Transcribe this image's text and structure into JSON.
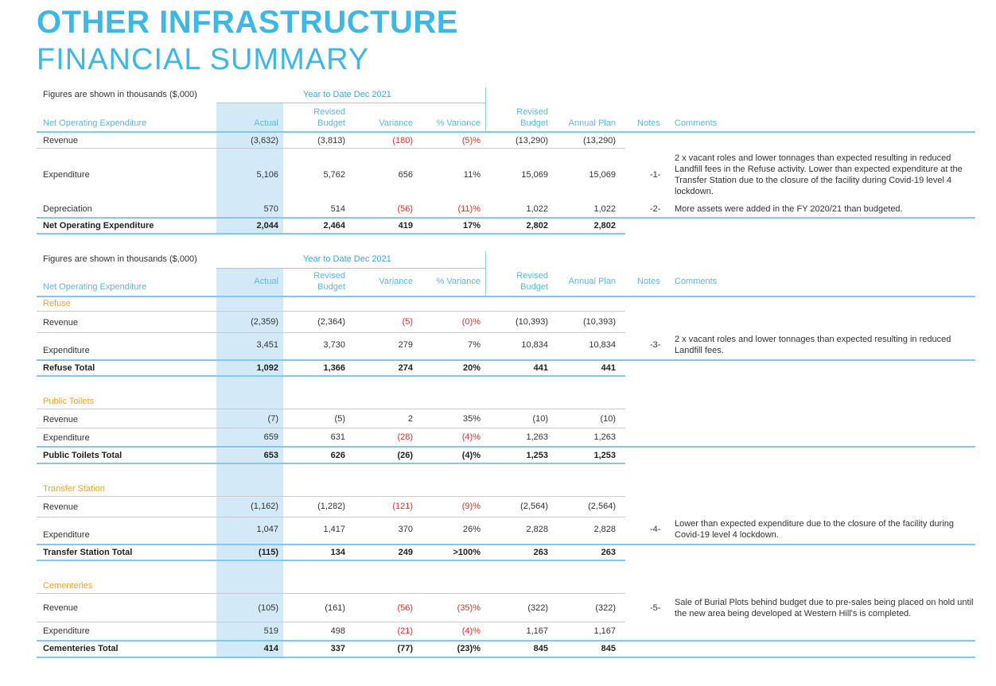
{
  "title_line1": "OTHER INFRASTRUCTURE",
  "title_line2": "FINANCIAL SUMMARY",
  "table1": {
    "figures_note": "Figures are shown in thousands ($,000)",
    "ytd": "Year to Date Dec 2021",
    "hdr_label": "Net Operating Expenditure",
    "hdr_actual": "Actual",
    "hdr_revised1": "Revised",
    "hdr_budget1": "Budget",
    "hdr_variance": "Variance",
    "hdr_pctvar": "% Variance",
    "hdr_revised2": "Revised",
    "hdr_budget2": "Budget",
    "hdr_annual": "Annual Plan",
    "hdr_notes": "Notes",
    "hdr_comments": "Comments",
    "rows": [
      {
        "label": "Revenue",
        "actual": "(3,632)",
        "budget": "(3,813)",
        "variance": "(180)",
        "pct": "(5)%",
        "rev_budget": "(13,290)",
        "annual": "(13,290)",
        "note": "",
        "comment": ""
      },
      {
        "label": "Expenditure",
        "actual": "5,106",
        "budget": "5,762",
        "variance": "656",
        "pct": "11%",
        "rev_budget": "15,069",
        "annual": "15,069",
        "note": "-1-",
        "comment": "2 x vacant roles and lower tonnages than expected resulting in reduced Landfill fees in the Refuse activity. Lower than expected expenditure at the Transfer Station due to the closure of the facility during Covid-19 level 4 lockdown."
      },
      {
        "label": "Depreciation",
        "actual": "570",
        "budget": "514",
        "variance": "(56)",
        "pct": "(11)%",
        "rev_budget": "1,022",
        "annual": "1,022",
        "note": "-2-",
        "comment": "More assets were added in the FY 2020/21 than budgeted."
      }
    ],
    "total": {
      "label": "Net Operating Expenditure",
      "actual": "2,044",
      "budget": "2,464",
      "variance": "419",
      "pct": "17%",
      "rev_budget": "2,802",
      "annual": "2,802"
    }
  },
  "table2": {
    "figures_note": "Figures are shown in thousands ($,000)",
    "ytd": "Year to Date Dec 2021",
    "hdr_label": "Net Operating Expenditure",
    "hdr_actual": "Actual",
    "hdr_revised1": "Revised",
    "hdr_budget1": "Budget",
    "hdr_variance": "Variance",
    "hdr_pctvar": "% Variance",
    "hdr_revised2": "Revised",
    "hdr_budget2": "Budget",
    "hdr_annual": "Annual Plan",
    "hdr_notes": "Notes",
    "hdr_comments": "Comments",
    "refuse": {
      "title": "Refuse",
      "revenue": {
        "label": "Revenue",
        "actual": "(2,359)",
        "budget": "(2,364)",
        "variance": "(5)",
        "pct": "(0)%",
        "rev_budget": "(10,393)",
        "annual": "(10,393)"
      },
      "expenditure": {
        "label": "Expenditure",
        "actual": "3,451",
        "budget": "3,730",
        "variance": "279",
        "pct": "7%",
        "rev_budget": "10,834",
        "annual": "10,834",
        "note": "-3-",
        "comment": "2 x vacant roles and lower tonnages than expected resulting in reduced Landfill fees."
      },
      "total": {
        "label": "Refuse Total",
        "actual": "1,092",
        "budget": "1,366",
        "variance": "274",
        "pct": "20%",
        "rev_budget": "441",
        "annual": "441"
      }
    },
    "toilets": {
      "title": "Public Toilets",
      "revenue": {
        "label": "Revenue",
        "actual": "(7)",
        "budget": "(5)",
        "variance": "2",
        "pct": "35%",
        "rev_budget": "(10)",
        "annual": "(10)"
      },
      "expenditure": {
        "label": "Expenditure",
        "actual": "659",
        "budget": "631",
        "variance": "(28)",
        "pct": "(4)%",
        "rev_budget": "1,263",
        "annual": "1,263"
      },
      "total": {
        "label": "Public Toilets Total",
        "actual": "653",
        "budget": "626",
        "variance": "(26)",
        "pct": "(4)%",
        "rev_budget": "1,253",
        "annual": "1,253"
      }
    },
    "transfer": {
      "title": "Transfer Station",
      "revenue": {
        "label": "Revenue",
        "actual": "(1,162)",
        "budget": "(1,282)",
        "variance": "(121)",
        "pct": "(9)%",
        "rev_budget": "(2,564)",
        "annual": "(2,564)"
      },
      "expenditure": {
        "label": "Expenditure",
        "actual": "1,047",
        "budget": "1,417",
        "variance": "370",
        "pct": "26%",
        "rev_budget": "2,828",
        "annual": "2,828",
        "note": "-4-",
        "comment": "Lower than expected expenditure due to the closure of the facility during Covid-19 level 4 lockdown."
      },
      "total": {
        "label": "Transfer Station Total",
        "actual": "(115)",
        "budget": "134",
        "variance": "249",
        "pct": ">100%",
        "rev_budget": "263",
        "annual": "263"
      }
    },
    "cemeteries": {
      "title": "Cementeries",
      "revenue": {
        "label": "Revenue",
        "actual": "(105)",
        "budget": "(161)",
        "variance": "(56)",
        "pct": "(35)%",
        "rev_budget": "(322)",
        "annual": "(322)",
        "note": "-5-",
        "comment": "Sale of Burial Plots behind budget due to pre-sales being placed on hold until the new area being developed at Western Hill's is completed."
      },
      "expenditure": {
        "label": "Expenditure",
        "actual": "519",
        "budget": "498",
        "variance": "(21)",
        "pct": "(4)%",
        "rev_budget": "1,167",
        "annual": "1,167"
      },
      "total": {
        "label": "Cementeries Total",
        "actual": "414",
        "budget": "337",
        "variance": "(77)",
        "pct": "(23)%",
        "rev_budget": "845",
        "annual": "845"
      }
    }
  },
  "colors": {
    "accent": "#3eb6e6",
    "section": "#f0a030",
    "negative": "#e0312a",
    "positive": "#1e9c4a",
    "shade": "#d4e9f7"
  }
}
